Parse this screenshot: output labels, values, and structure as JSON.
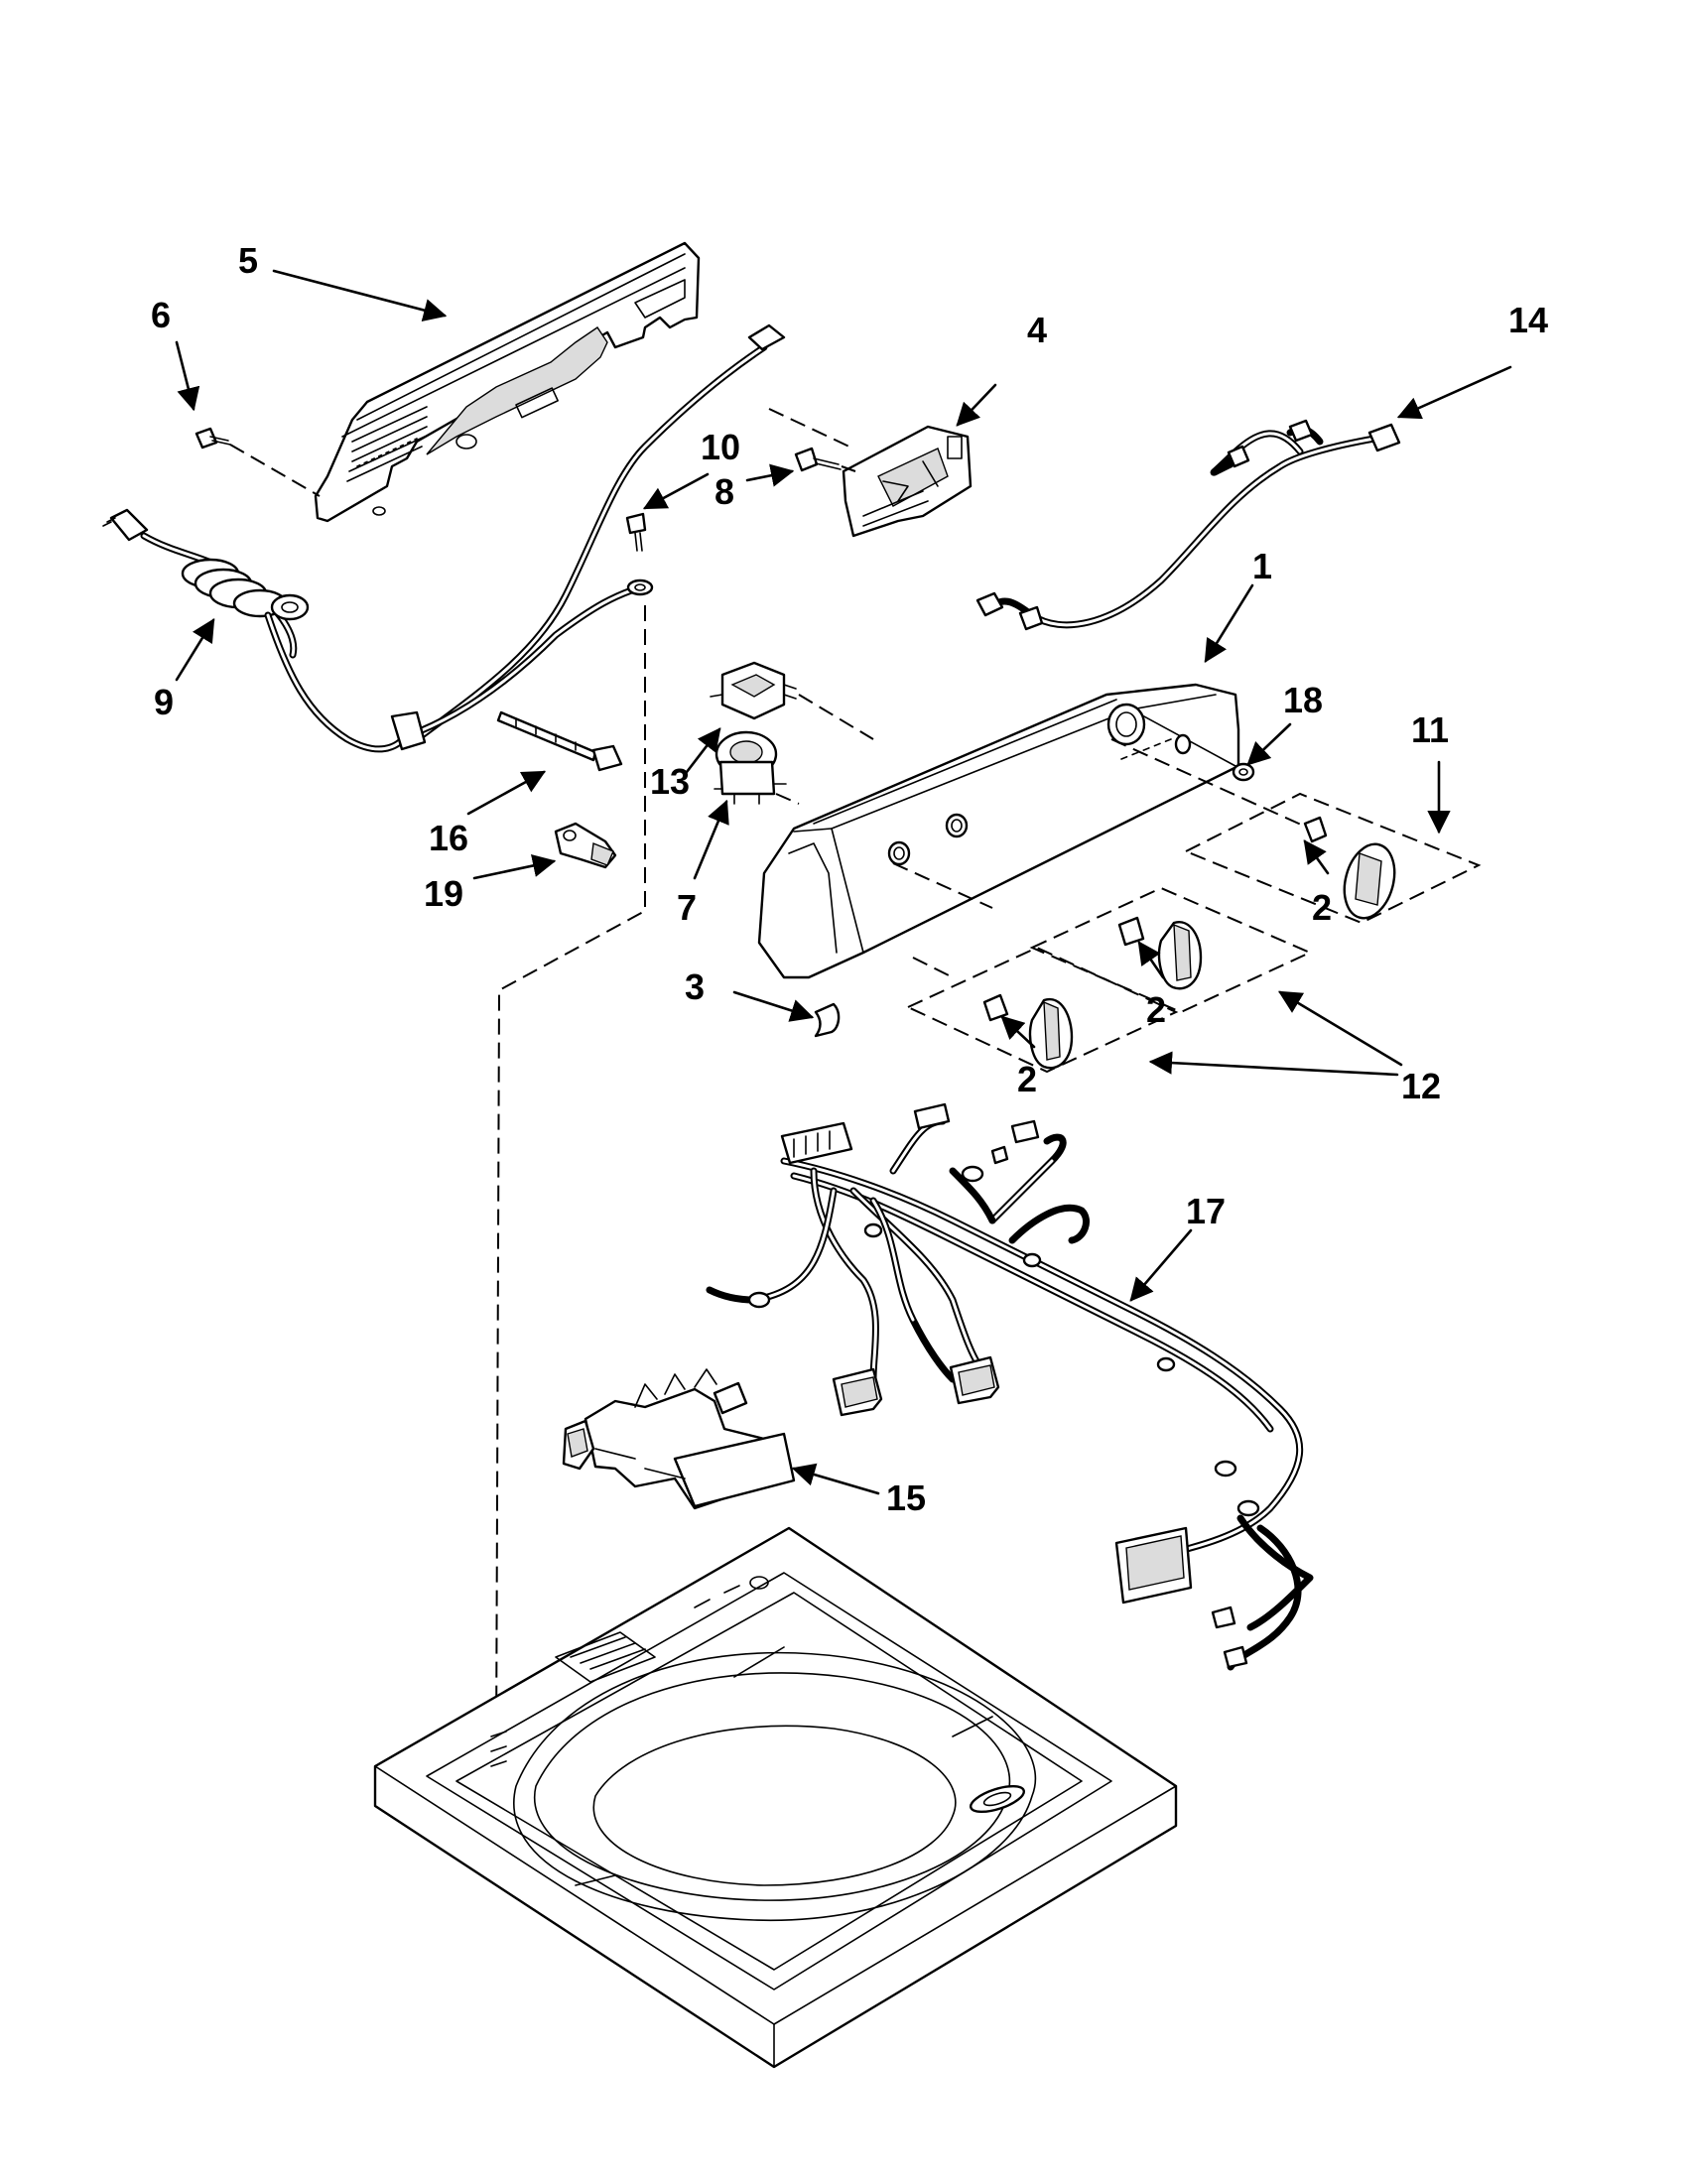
{
  "diagram": {
    "callouts": [
      {
        "id": "c1",
        "label": "1"
      },
      {
        "id": "c2a",
        "label": "2"
      },
      {
        "id": "c2b",
        "label": "2"
      },
      {
        "id": "c2c",
        "label": "2"
      },
      {
        "id": "c3",
        "label": "3"
      },
      {
        "id": "c4",
        "label": "4"
      },
      {
        "id": "c5",
        "label": "5"
      },
      {
        "id": "c6",
        "label": "6"
      },
      {
        "id": "c7",
        "label": "7"
      },
      {
        "id": "c8",
        "label": "8"
      },
      {
        "id": "c9",
        "label": "9"
      },
      {
        "id": "c10",
        "label": "10"
      },
      {
        "id": "c11",
        "label": "11"
      },
      {
        "id": "c12",
        "label": "12"
      },
      {
        "id": "c13",
        "label": "13"
      },
      {
        "id": "c14",
        "label": "14"
      },
      {
        "id": "c15",
        "label": "15"
      },
      {
        "id": "c16",
        "label": "16"
      },
      {
        "id": "c17",
        "label": "17"
      },
      {
        "id": "c18",
        "label": "18"
      },
      {
        "id": "c19",
        "label": "19"
      }
    ]
  }
}
